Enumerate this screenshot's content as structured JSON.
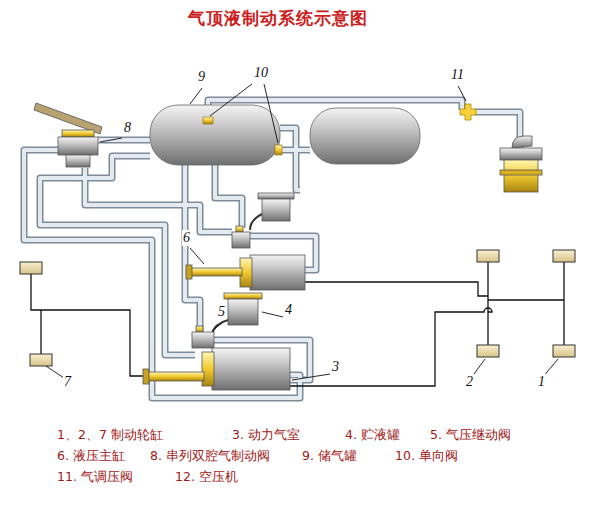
{
  "diagram": {
    "title": "气顶液制动系统示意图",
    "labels": [
      "10",
      "9",
      "11",
      "8",
      "6",
      "4",
      "5",
      "3",
      "7",
      "2",
      "1",
      "1、2、7 制动轮缸",
      "3. 动力气室",
      "4. 贮液罐",
      "5. 气压继动阀",
      "6. 液压主缸",
      "8. 串列双腔气制动阀",
      "9. 储气罐",
      "10. 单向阀",
      "11. 气调压阀",
      "12. 空压机"
    ]
  }
}
